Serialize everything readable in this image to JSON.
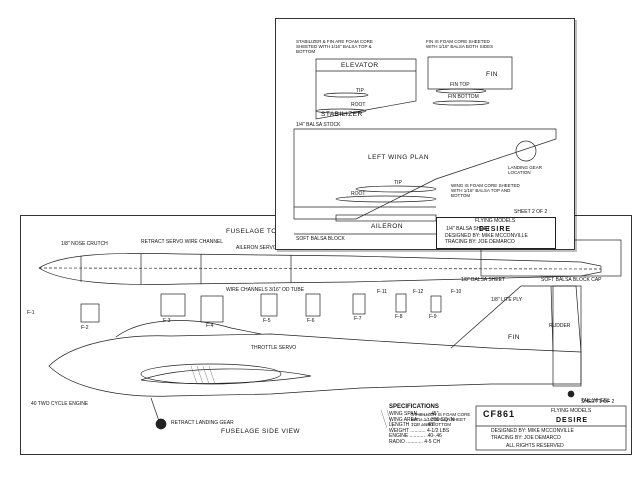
{
  "sheet1": {
    "views": {
      "top_view": "FUSELAGE  TOP  VIEW",
      "side_view": "FUSELAGE  SIDE  VIEW"
    },
    "parts": {
      "fin": "FIN",
      "rudder": "RUDDER",
      "f1": "F-1",
      "f2": "F-2",
      "f3": "F-3",
      "f4": "F-4",
      "f5": "F-5",
      "f6": "F-6",
      "f7": "F-7",
      "f8": "F-8",
      "f9": "F-9",
      "f10": "F-10",
      "f11": "F-11",
      "f12": "F-12"
    },
    "notes": {
      "nose_crutch": "1/8\" NOSE CRUTCH",
      "retract_servo": "RETRACT SERVO WIRE CHANNEL",
      "aileron_servo": "AILERON SERVO WIRE CHANNEL",
      "wire_channels": "WIRE CHANNELS 3/16\" OD TUBE",
      "throttle_servo": "THROTTLE SERVO",
      "soft_balsa_block": "SOFT BALSA BLOCK CAP",
      "balsa_sheet": "1/8\" BALSA SHEET",
      "ply_bulkhead": "1/8\" LITE PLY",
      "two_cycle": "40 TWO CYCLE ENGINE",
      "retract_landing": "RETRACT LANDING GEAR",
      "tail_wheel": "TAIL WHEEL",
      "spec_note": "STABILIZER IS FOAM CORE WITH 1/16\" BALSA SHEET TOP AND BOTTOM"
    },
    "specs": {
      "heading": "SPECIFICATIONS",
      "rows": [
        "WING SPAN ........ 45\"",
        "WING AREA ........ 380 SQ IN",
        "LENGTH ........... 48\"",
        "WEIGHT ........... 4-1/2 LBS",
        "ENGINE ........... .40-.46",
        "RADIO ............ 4-5 CH"
      ]
    },
    "title_block": {
      "plan_number": "CF861",
      "brand": "FLYING MODELS",
      "name": "DESIRE",
      "designer": "DESIGNED BY: MIKE McCONVILLE",
      "tracer": "TRACING BY: JOE DeMARCO",
      "rights": "ALL RIGHTS RESERVED",
      "sheet": "SHEET 1 OF 2"
    }
  },
  "sheet2": {
    "parts": {
      "elevator": "ELEVATOR",
      "stabilizer": "STABILIZER",
      "tip": "TIP",
      "root": "ROOT",
      "fin": "FIN",
      "fin_top": "FIN TOP",
      "fin_bottom": "FIN BOTTOM",
      "left_wing_plan": "LEFT  WING  PLAN",
      "wing_tip": "TIP",
      "wing_root": "ROOT",
      "aileron": "AILERON",
      "landing_gear": "LANDING GEAR LOCATION"
    },
    "notes": {
      "stab_note": "STABILIZER & FIN ARE FOAM CORE SHEETED WITH 1/16\" BALSA TOP & BOTTOM",
      "fin_note": "FIN IS FOAM CORE SHEETED WITH 1/16\" BALSA BOTH SIDES",
      "wing_note": "WING IS FOAM CORE SHEETED WITH 1/16\" BALSA TOP AND BOTTOM",
      "balsa_stock": "1/4\" BALSA STOCK",
      "soft_balsa": "SOFT BALSA BLOCK",
      "balsa_sheet": "1/4\" BALSA SHEET"
    },
    "title_block": {
      "brand": "FLYING MODELS",
      "name": "DESIRE",
      "designer": "DESIGNED BY: MIKE McCONVILLE",
      "tracer": "TRACING BY: JOE DeMARCO",
      "sheet": "SHEET 2 OF 2"
    }
  }
}
